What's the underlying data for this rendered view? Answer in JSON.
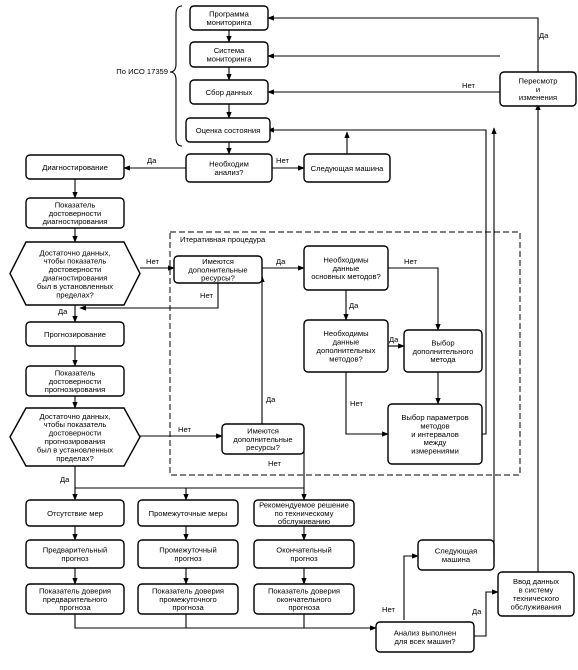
{
  "diagram": {
    "iso_label": "По ИСО 17359",
    "iterative_label": "Итеративная процедура",
    "nodes": {
      "prog_monitoring": [
        "Программа",
        "мониторинга"
      ],
      "sys_monitoring": [
        "Система",
        "мониторинга"
      ],
      "data_collection": [
        "Сбор данных"
      ],
      "state_assessment": [
        "Оценка состояния"
      ],
      "review": [
        "Пересмотр",
        "и",
        "изменения"
      ],
      "need_analysis": [
        "Необходим",
        "анализ?"
      ],
      "next_machine_1": [
        "Следующая машина"
      ],
      "diagnosis": [
        "Диагностирование"
      ],
      "diag_reliability": [
        "Показатель",
        "достоверности",
        "диагностирования"
      ],
      "enough_data_diag": [
        "Достаточно данных,",
        "чтобы показатель",
        "достоверности",
        "диагностирования",
        "был в установленных",
        "пределах?"
      ],
      "more_resources_1": [
        "Имеются",
        "дополнительные",
        "ресурсы?"
      ],
      "need_basic_data": [
        "Необходимы",
        "данные",
        "основных методов?"
      ],
      "need_extra_data": [
        "Необходимы",
        "данные",
        "дополнительных",
        "методов?"
      ],
      "select_extra_method": [
        "Выбор",
        "дополнительного",
        "метода"
      ],
      "select_params": [
        "Выбор параметров",
        "методов",
        "и интервалов",
        "между",
        "измерениями"
      ],
      "prognosis": [
        "Прогнозирование"
      ],
      "prog_reliability": [
        "Показатель",
        "достоверности",
        "прогнозирования"
      ],
      "enough_data_prog": [
        "Достаточно данных,",
        "чтобы показатель",
        "достоверности",
        "прогнозирования",
        "был в установленных",
        "пределах?"
      ],
      "more_resources_2": [
        "Имеются",
        "дополнительные",
        "ресурсы?"
      ],
      "no_measures": [
        "Отсутствие мер"
      ],
      "intermediate_measures": [
        "Промежуточные меры"
      ],
      "recommended": [
        "Рекомендуемое решение",
        "по техническому",
        "обслуживанию"
      ],
      "preliminary_forecast": [
        "Предварительный",
        "прогноз"
      ],
      "intermediate_forecast": [
        "Промежуточный",
        "прогноз"
      ],
      "final_forecast": [
        "Окончательный",
        "прогноз"
      ],
      "conf_preliminary": [
        "Показатель доверия",
        "предварительного",
        "прогноза"
      ],
      "conf_intermediate": [
        "Показатель доверия",
        "промежуточного",
        "прогноза"
      ],
      "conf_final": [
        "Показатель доверия",
        "окончательного",
        "прогноза"
      ],
      "next_machine_2": [
        "Следующая",
        "машина"
      ],
      "all_machines": [
        "Анализ выполнен",
        "для всех машин?"
      ],
      "data_input": [
        "Ввод данных",
        "в систему",
        "технического",
        "обслуживания"
      ]
    },
    "labels": {
      "yes": "Да",
      "no": "Нет"
    }
  }
}
